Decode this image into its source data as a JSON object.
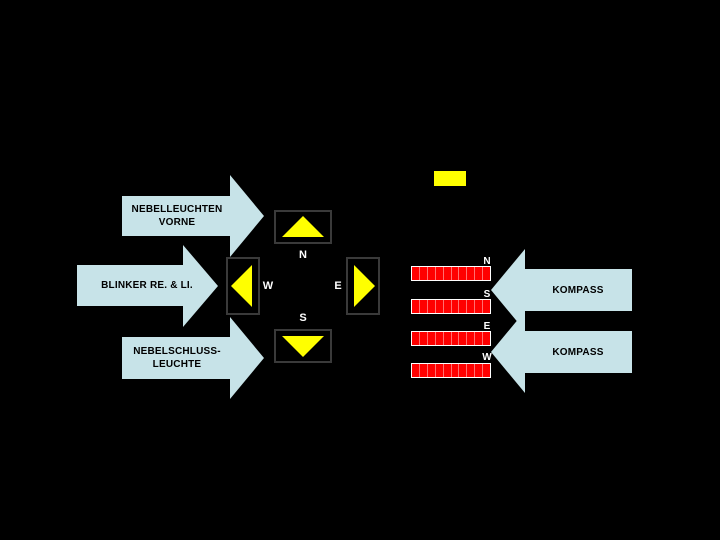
{
  "colors": {
    "background": "#000000",
    "callout_fill": "#c7e3e8",
    "triangle": "#ffff00",
    "led": "#ff0000",
    "indicator": "#ffff00"
  },
  "callouts": {
    "fog_front": "NEBELLEUCHTEN\nVORNE",
    "blinker": "BLINKER RE. & LI.",
    "fog_rear": "NEBELSCHLUSS-\nLEUCHTE",
    "compass_1": "KOMPASS",
    "compass_2": "KOMPASS"
  },
  "directions": {
    "n": "N",
    "s": "S",
    "w": "W",
    "e": "E"
  },
  "compass_letters": [
    "N",
    "S",
    "E",
    "W"
  ],
  "icons": {
    "up": "triangle-up-icon",
    "down": "triangle-down-icon",
    "left": "triangle-left-icon",
    "right": "triangle-right-icon"
  }
}
